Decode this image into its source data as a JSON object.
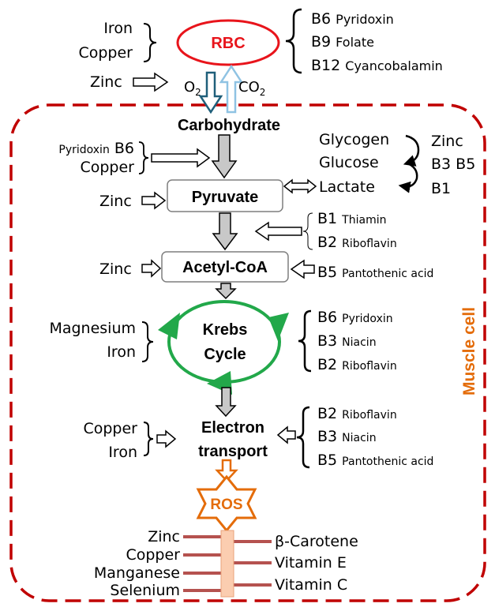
{
  "top": {
    "left_minerals": [
      "Iron",
      "Copper"
    ],
    "rbc": "RBC",
    "right_vitamins": [
      {
        "code": "B6",
        "name": "Pyridoxin"
      },
      {
        "code": "B9",
        "name": "Folate"
      },
      {
        "code": "B12",
        "name": "Cyancobalamin"
      }
    ],
    "zinc": "Zinc",
    "o2_base": "O",
    "o2_sub": "2",
    "co2_base": "CO",
    "co2_sub": "2"
  },
  "cell_label": "Muscle cell",
  "nodes": {
    "carbohydrate": "Carbohydrate",
    "pyruvate": "Pyruvate",
    "acetyl": "Acetyl-CoA",
    "krebs_1": "Krebs",
    "krebs_2": "Cycle",
    "electron_1": "Electron",
    "electron_2": "transport",
    "ros": "ROS"
  },
  "carb_inputs": {
    "line1_small": "Pyridoxin",
    "line1_code": "B6",
    "line2": "Copper"
  },
  "glycogen_group": {
    "items": [
      "Glycogen",
      "Glucose",
      "Lactate"
    ],
    "cofactors": [
      "Zinc",
      "B3 B5",
      "B1"
    ]
  },
  "zinc_labels": [
    "Zinc",
    "Zinc"
  ],
  "pyruvate_right": [
    {
      "code": "B1",
      "name": "Thiamin"
    },
    {
      "code": "B2",
      "name": "Riboflavin"
    }
  ],
  "acetyl_right": {
    "code": "B5",
    "name": "Pantothenic acid"
  },
  "krebs_left": [
    "Magnesium",
    "Iron"
  ],
  "krebs_right": [
    {
      "code": "B6",
      "name": "Pyridoxin"
    },
    {
      "code": "B3",
      "name": "Niacin"
    },
    {
      "code": "B2",
      "name": "Riboflavin"
    }
  ],
  "electron_left": [
    "Copper",
    "Iron"
  ],
  "electron_right": [
    {
      "code": "B2",
      "name": "Riboflavin"
    },
    {
      "code": "B3",
      "name": "Niacin"
    },
    {
      "code": "B5",
      "name": "Pantothenic acid"
    }
  ],
  "antioxidants_left": [
    "Zinc",
    "Copper",
    "Manganese",
    "Selenium"
  ],
  "antioxidants_right": [
    "β-Carotene",
    "Vitamin E",
    "Vitamin C"
  ],
  "colors": {
    "rbc": "#e8141b",
    "cell_border": "#c00000",
    "cell_label": "#e46c0a",
    "krebs": "#22a84a",
    "ros": "#e46c0a",
    "ros_bar": "#fbcdb0",
    "bars": "#b5524f",
    "o2_arrow": "#1f5f7a",
    "co2_arrow": "#8fc3e3",
    "flow_arrow": "#c8c8c8"
  }
}
